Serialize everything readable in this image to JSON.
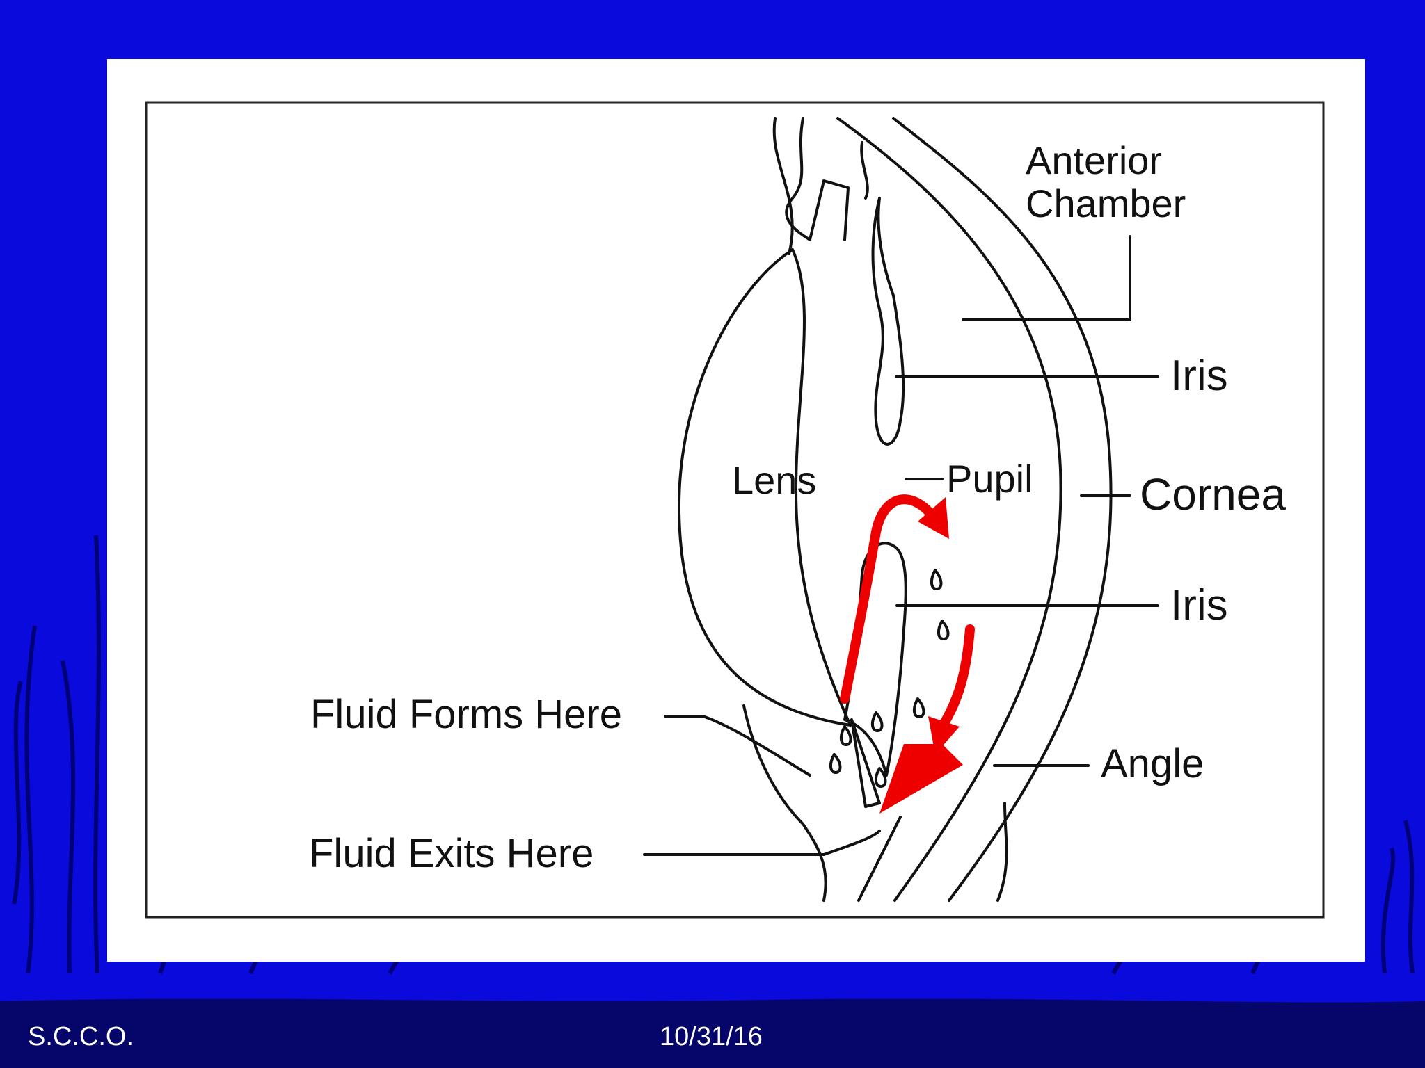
{
  "slide": {
    "background_color": "#0a0adc",
    "footer_band_color": "#06066a",
    "footer_left": "S.C.C.O.",
    "footer_center": "10/31/16"
  },
  "diagram": {
    "labels": {
      "anterior_chamber_line1": "Anterior",
      "anterior_chamber_line2": "Chamber",
      "iris_top": "Iris",
      "lens": "Lens",
      "pupil": "Pupil",
      "cornea": "Cornea",
      "iris_bottom": "Iris",
      "fluid_forms": "Fluid Forms Here",
      "angle": "Angle",
      "fluid_exits": "Fluid Exits Here"
    },
    "arrow_color": "#ee0000",
    "line_color": "#111111"
  }
}
